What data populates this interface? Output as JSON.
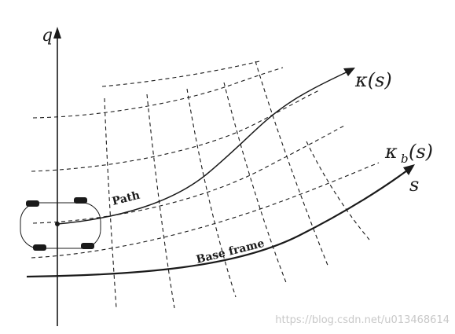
{
  "diagram": {
    "axis_vertical_label": "q",
    "path_curvature_label": "κ(s)",
    "base_curvature_kappa": "κ",
    "base_curvature_subscript": "b",
    "base_curvature_arg": "(s)",
    "arclength_label": "s",
    "path_label": "Path",
    "base_frame_label": "Base frame"
  },
  "watermark": {
    "text": "https://blog.csdn.net/u013468614"
  },
  "colors": {
    "stroke": "#1a1a1a",
    "watermark": "#c8c8c8"
  }
}
